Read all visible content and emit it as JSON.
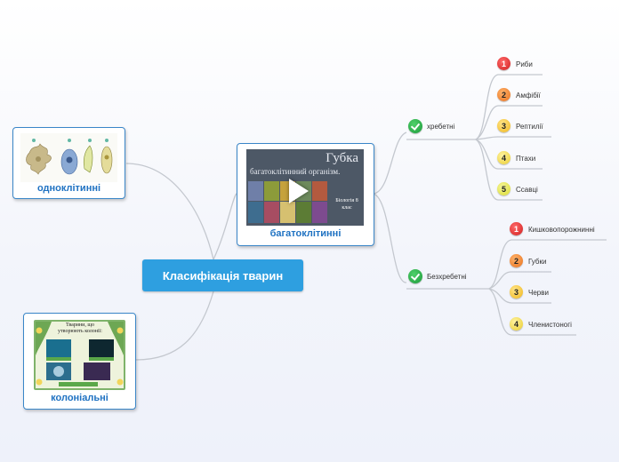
{
  "root": {
    "label": "Класифікація тварин"
  },
  "left": [
    {
      "label": "одноклітинні"
    },
    {
      "label": "колоніальні",
      "thumb_title": "Тварини, що утворюють колонії:"
    }
  ],
  "center": {
    "label": "багатоклітинні",
    "thumb_title": "Губка",
    "thumb_subtitle": "багатоклітинний організм.",
    "thumb_note": "Біологія 8 клас"
  },
  "groups": [
    {
      "label": "хребетні",
      "items": [
        {
          "n": "1",
          "label": "Риби"
        },
        {
          "n": "2",
          "label": "Амфібії"
        },
        {
          "n": "3",
          "label": "Рептилії"
        },
        {
          "n": "4",
          "label": "Птахи"
        },
        {
          "n": "5",
          "label": "Ссавці"
        }
      ]
    },
    {
      "label": "Безхребетні",
      "items": [
        {
          "n": "1",
          "label": "Кишковопорожнинні"
        },
        {
          "n": "2",
          "label": "Губки"
        },
        {
          "n": "3",
          "label": "Черви"
        },
        {
          "n": "4",
          "label": "Членистоногі"
        }
      ]
    }
  ],
  "colors": {
    "root": "#2e9fe0",
    "card_border": "#3a86c8",
    "caption": "#1f72c2",
    "link": "#c4c8cf"
  }
}
